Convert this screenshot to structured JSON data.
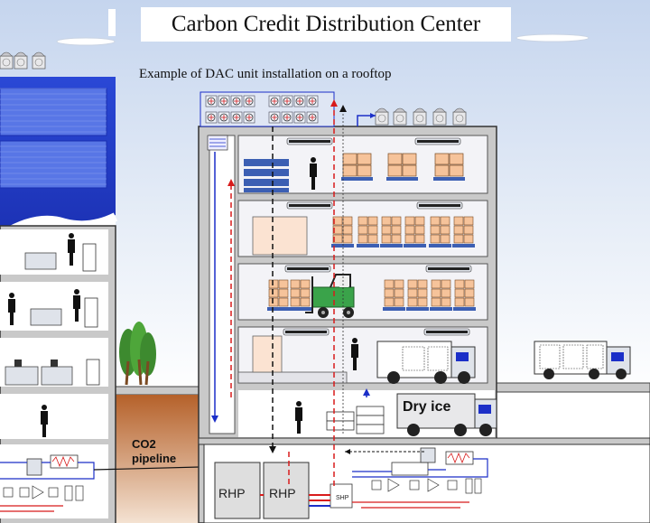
{
  "title": "Carbon Credit Distribution Center",
  "caption": "Example of DAC unit installation on a rooftop",
  "labels": {
    "pipeline": "CO2\npipeline",
    "dry_ice": "Dry ice",
    "rhp_left": "RHP",
    "rhp_right": "RHP",
    "shp": "SHP"
  },
  "colors": {
    "sky_top": "#c7d6ee",
    "sky_bottom": "#ffffff",
    "building_blue": "#1e3fcf",
    "building_gray": "#c9c9c9",
    "floor_panel": "#eeeef4",
    "box_fill": "#f6c39a",
    "pallet_blue": "#3c5fb3",
    "forklift_green": "#3aa34a",
    "ground": "#b86d2e",
    "air_red": "#d81b1b",
    "air_blue": "#1b2fc8"
  },
  "icons": [
    "dac-unit-icon",
    "tree-icon",
    "person-icon",
    "forklift-icon",
    "truck-icon",
    "heat-pump-icon",
    "pipe-arrow-icon"
  ]
}
